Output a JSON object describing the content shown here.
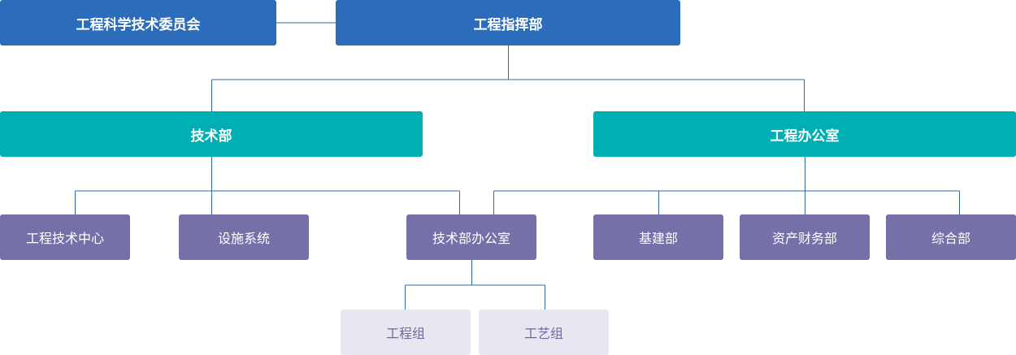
{
  "chart": {
    "top": {
      "committee": "工程科学技术委员会",
      "command": "工程指挥部"
    },
    "departments": {
      "technical": "技术部",
      "engineering_office": "工程办公室"
    },
    "technical_units": {
      "tech_center": "工程技术中心",
      "facility_systems": "设施系统",
      "tech_office": "技术部办公室"
    },
    "office_units": {
      "construction": "基建部",
      "finance": "资产财务部",
      "general": "综合部"
    },
    "groups": {
      "engineering_group": "工程组",
      "process_group": "工艺组"
    }
  },
  "colors": {
    "top_level": "#2b6dbb",
    "department": "#00afb4",
    "unit": "#7570a7",
    "group": "#e8e7f1",
    "connector": "#2f6aa3"
  }
}
